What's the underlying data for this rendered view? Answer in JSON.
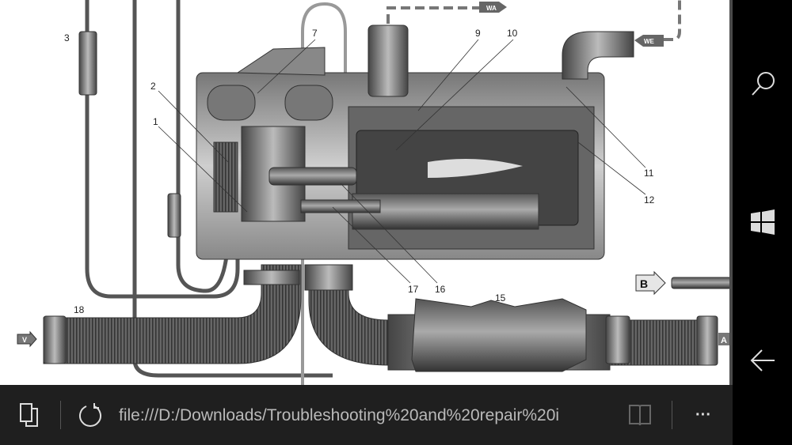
{
  "diagram": {
    "callouts": {
      "c1": "1",
      "c2": "2",
      "c3": "3",
      "c7": "7",
      "c9": "9",
      "c10": "10",
      "c11": "11",
      "c12": "12",
      "c15": "15",
      "c16": "16",
      "c17": "17",
      "c18": "18"
    },
    "arrows": {
      "wa": "WA",
      "we": "WE",
      "b": "B",
      "v": "V",
      "a": "A"
    }
  },
  "address_bar": {
    "url": "file:///D:/Downloads/Troubleshooting%20and%20repair%20i"
  },
  "toolbar": {
    "tabs_icon": "tabs-icon",
    "refresh_icon": "refresh-icon",
    "reading_view_icon": "book-icon",
    "more_label": "···"
  },
  "nav": {
    "search_icon": "search-icon",
    "windows_icon": "windows-logo-icon",
    "back_icon": "back-arrow-icon"
  }
}
